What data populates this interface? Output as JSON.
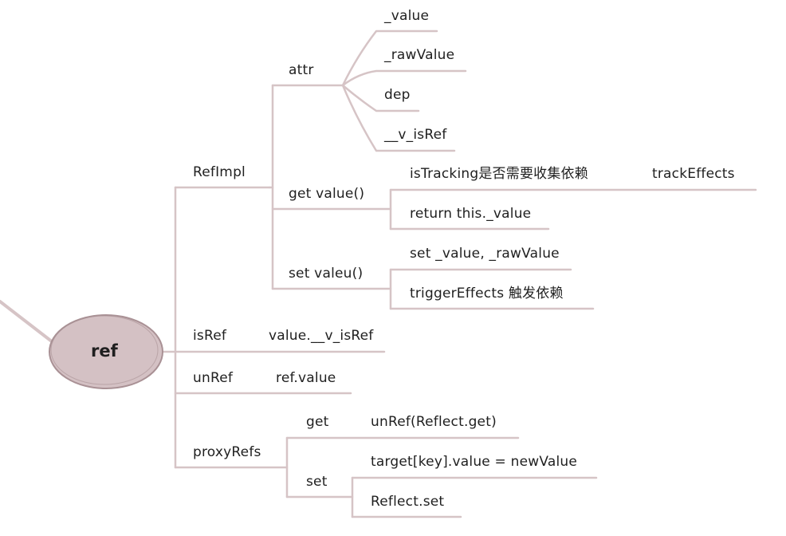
{
  "mindmap": {
    "root": "ref",
    "refimpl": {
      "label": "RefImpl",
      "attr": {
        "label": "attr",
        "items": [
          "_value",
          "_rawValue",
          "dep",
          "__v_isRef"
        ]
      },
      "get": {
        "label": "get value()",
        "tracking": "isTracking是否需要收集依赖",
        "track_effects": "trackEffects",
        "return": "return this._value"
      },
      "set": {
        "label": "set valeu()",
        "assign": "set _value, _rawValue",
        "trigger": "triggerEffects 触发依赖"
      }
    },
    "isref": {
      "label": "isRef",
      "value": "value.__v_isRef"
    },
    "unref": {
      "label": "unRef",
      "value": "ref.value"
    },
    "proxyrefs": {
      "label": "proxyRefs",
      "get": {
        "label": "get",
        "value": "unRef(Reflect.get)"
      },
      "set": {
        "label": "set",
        "assign": "target[key].value = newValue",
        "reflect": "Reflect.set"
      }
    }
  },
  "colors": {
    "line": "#d6c4c6",
    "root_fill": "#d4c1c4",
    "root_stroke": "#a99195",
    "text": "#1f1f1f"
  }
}
